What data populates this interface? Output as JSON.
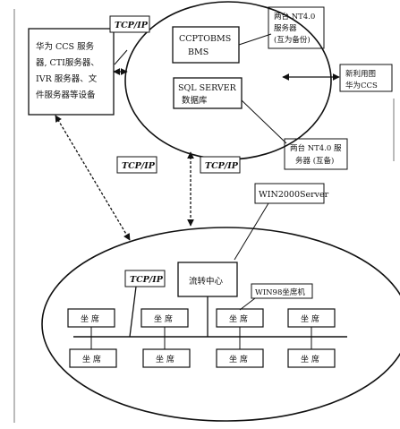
{
  "colors": {
    "ink": "#111111",
    "paper": "#ffffff",
    "shade": "#555555"
  },
  "labels": {
    "tcp_ip": "TCP/IP",
    "huawei_ccs_lines": [
      "华为 CCS 服务",
      "器, CTI服务器、",
      "IVR 服务器、文",
      "件服务器等设备"
    ],
    "ccpt_bms_lines": [
      "CCPTOBMS",
      "BMS"
    ],
    "sql_server_lines": [
      "SQL SERVER",
      "数据库"
    ],
    "nt40_top_lines": [
      "两台  NT4.0",
      "服务器",
      "(互为备份)"
    ],
    "nt40_bottom_lines": [
      "两台  NT4.0 服",
      "务器 (互备)"
    ],
    "new_ccs_lines": [
      "新利用图",
      "华为CCS"
    ],
    "win2000_server": "WIN2000Server",
    "transfer_center": "流转中心",
    "win98_seats": "WIN98坐席机",
    "seat": "坐  席"
  }
}
